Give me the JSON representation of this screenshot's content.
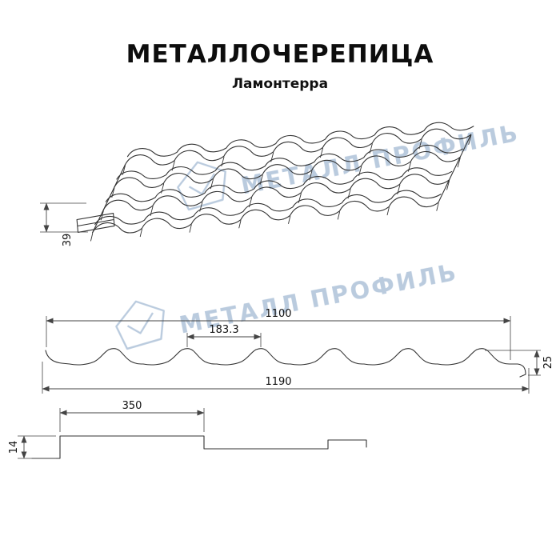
{
  "header": {
    "title": "МЕТАЛЛОЧЕРЕПИЦА",
    "subtitle": "Ламонтерра"
  },
  "watermark": {
    "text": "МЕТАЛЛ ПРОФИЛЬ",
    "color": "#a9bed6"
  },
  "colors": {
    "background": "#ffffff",
    "line": "#333333"
  },
  "diagrams": {
    "roof_perspective": {
      "dims": {
        "eave_step_height": "39"
      }
    },
    "cross_profile": {
      "dims": {
        "cover_width": "1100",
        "wave_pitch": "183.3",
        "profile_height": "25",
        "overall_width": "1190"
      }
    },
    "module_profile": {
      "dims": {
        "module_length": "350",
        "step_height": "14"
      }
    }
  }
}
